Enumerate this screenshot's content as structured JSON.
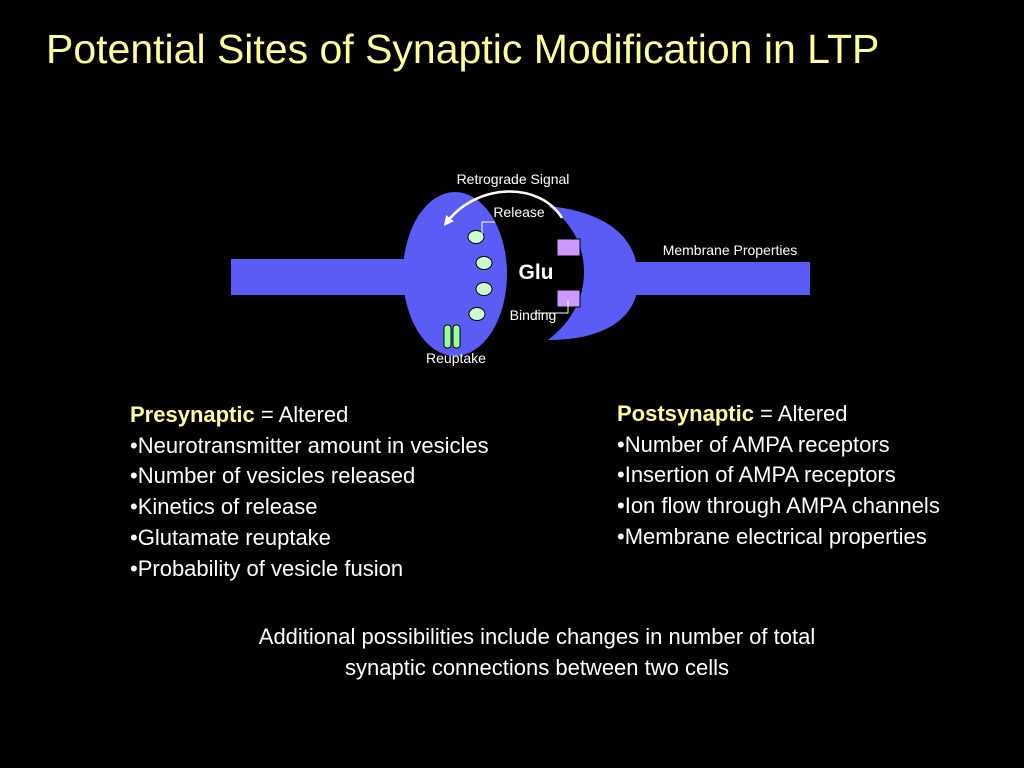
{
  "title": "Potential Sites of Synaptic Modification in LTP",
  "diagram": {
    "labels": {
      "retrograde_signal": "Retrograde Signal",
      "release": "Release",
      "glu": "Glu",
      "membrane_properties": "Membrane Properties",
      "binding": "Binding",
      "reuptake": "Reuptake"
    },
    "colors": {
      "neuron": "#5B5BF5",
      "vesicle": "#CCFFCC",
      "receptor": "#CC99FF",
      "transporter": "#99FF99",
      "arrow": "#ffffff"
    }
  },
  "presynaptic": {
    "heading_key": "Presynaptic",
    "heading_rest": " = Altered",
    "items": [
      "•Neurotransmitter amount in vesicles",
      "•Number of vesicles released",
      "•Kinetics of release",
      "•Glutamate reuptake",
      "•Probability of vesicle fusion"
    ]
  },
  "postsynaptic": {
    "heading_key": "Postsynaptic",
    "heading_rest": " = Altered",
    "items": [
      "•Number of AMPA receptors",
      "•Insertion of AMPA receptors",
      "•Ion flow through AMPA channels",
      "•Membrane electrical properties"
    ]
  },
  "note": {
    "line1": "Additional possibilities include changes in number of total",
    "line2": "synaptic connections between two cells"
  },
  "theme": {
    "background": "#000000",
    "title_color": "#FFFF99",
    "text_color": "#FFFFFF"
  }
}
